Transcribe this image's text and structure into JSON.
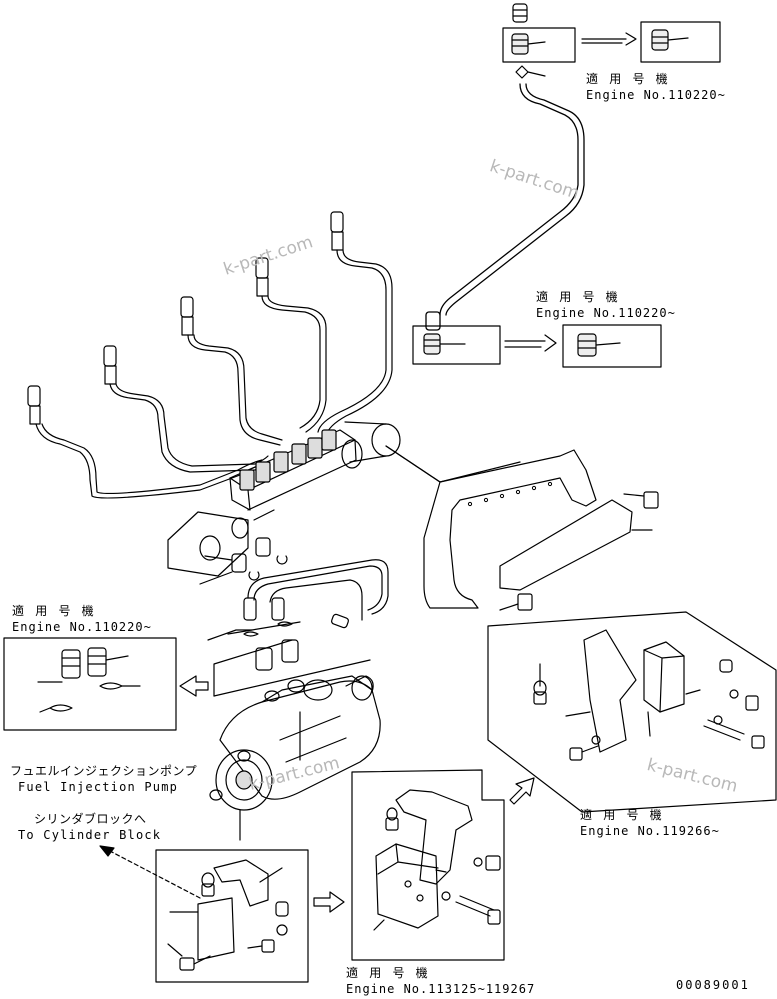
{
  "watermark": "k-part.com",
  "labels": {
    "top_jp": "適 用 号 機",
    "top_engine": "Engine No.110220~",
    "mid_jp": "適 用 号 機",
    "mid_engine": "Engine No.110220~",
    "left_jp": "適 用 号 機",
    "left_engine": "Engine No.110220~",
    "pump_jp": "フュエルインジェクションポンプ",
    "pump_en": "Fuel Injection Pump",
    "cyl_jp": "シリンダブロックへ",
    "cyl_en": "To Cylinder Block",
    "right_jp": "適 用 号 機",
    "right_engine": "Engine No.119266~",
    "bottom_jp": "適 用 号 機",
    "bottom_engine": "Engine No.113125~119267",
    "page_code": "00089001"
  }
}
